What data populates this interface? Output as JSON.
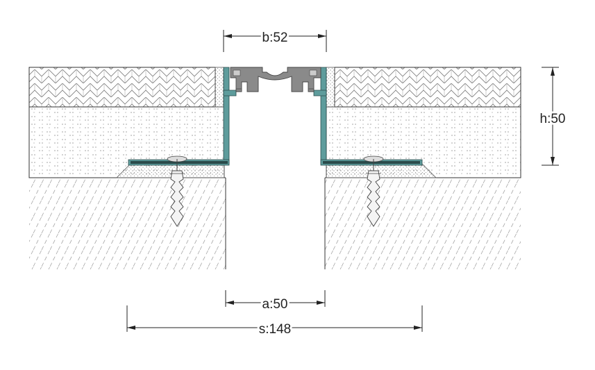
{
  "dimensions": {
    "b": "b:52",
    "h": "h:50",
    "a": "a:50",
    "s": "s:148"
  },
  "colors": {
    "profile_teal": "#5e9c9c",
    "profile_dark": "#2a4a4a",
    "insert_gray": "#8a8a8a",
    "insert_dark": "#555555",
    "line": "#333333"
  }
}
